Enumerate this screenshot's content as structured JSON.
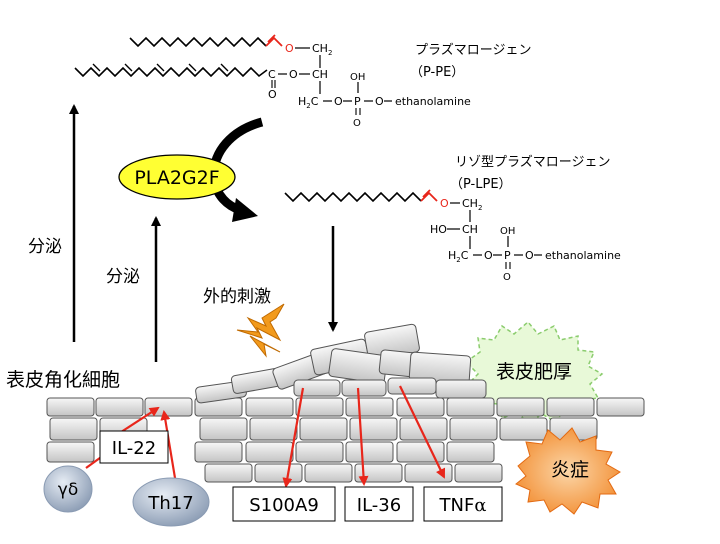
{
  "colors": {
    "accent_red": "#e8261b",
    "enzyme_yellow": "#ffff33",
    "cell_gray": "#d9d9d9",
    "inflammation_orange": "#f6a04d",
    "thickening_green": "#e8f9d8",
    "bubble_blue": "#a9b8cc",
    "spark_orange": "#f29a1c"
  },
  "icons": [
    "spark-icon",
    "starburst-icon",
    "curved-arrow-icon"
  ],
  "plasmalogen": {
    "name": "プラズマロージェン",
    "abbr": "（P-PE）",
    "atoms": {
      "O": "O",
      "C": "C",
      "CH": "CH",
      "CH2": "CH",
      "sub2": "2",
      "H2C": "H",
      "OH": "OH",
      "P": "P",
      "HO": "HO"
    },
    "head": "ethanolamine"
  },
  "lysoplasmalogen": {
    "name": "リゾ型プラズマロージェン",
    "abbr": "（P-LPE）",
    "head": "ethanolamine"
  },
  "enzyme": "PLA2G2F",
  "labels": {
    "secretion_left": "分泌",
    "secretion_right": "分泌",
    "external_stimulus": "外的刺激",
    "keratinocyte": "表皮角化細胞",
    "thickening": "表皮肥厚",
    "inflammation": "炎症"
  },
  "cytokines": {
    "il22": "IL-22",
    "s100a9": "S100A9",
    "il36": "IL-36",
    "tnf_prefix": "TNF",
    "tnf_alpha": "α"
  },
  "cells": {
    "gd_gamma": "γ",
    "gd_delta": "δ",
    "th17": "Th17"
  }
}
